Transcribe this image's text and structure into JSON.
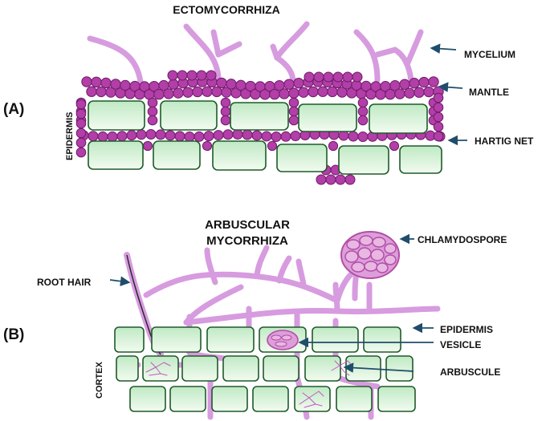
{
  "panel_a": {
    "letter": "(A)",
    "title": "ECTOMYCORRHIZA",
    "side_label": "EPIDERMIS",
    "labels": {
      "mycelium": "MYCELIUM",
      "mantle": "MANTLE",
      "hartig_net": "HARTIG NET"
    }
  },
  "panel_b": {
    "letter": "(B)",
    "title_line1": "ARBUSCULAR",
    "title_line2": "MYCORRHIZA",
    "side_label": "CORTEX",
    "labels": {
      "root_hair": "ROOT HAIR",
      "chlamydospore": "CHLAMYDOSPORE",
      "epidermis": "EPIDERMIS",
      "vesicle": "VESICLE",
      "arbuscule": "ARBUSCULE"
    }
  },
  "colors": {
    "fungus_light": "#d79bdf",
    "fungus_bead": "#b23ea8",
    "fungus_bead_stroke": "#6e1a68",
    "cell_fill": "#d8f5d6",
    "cell_stroke": "#1f5a2a",
    "arrow": "#1f4d6b"
  }
}
